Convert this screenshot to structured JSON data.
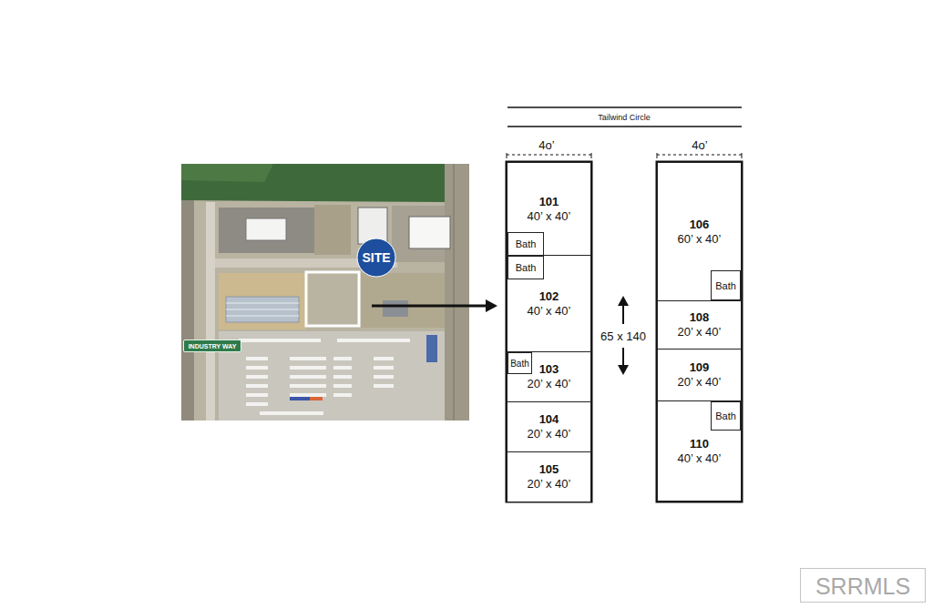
{
  "diagram": {
    "nodes": [
      {
        "text": [
          "SITE"
        ]
      },
      {
        "text": [
          "INDUSTRY WAY"
        ]
      },
      {
        "text": [
          "101",
          "40’ x 40’"
        ]
      },
      {
        "text": [
          "Bath"
        ],
        "in": 2
      },
      {
        "text": [
          "102",
          "40’ x 40’"
        ]
      },
      {
        "text": [
          "Bath"
        ],
        "in": 4
      },
      {
        "text": [
          "103",
          "20’ x 40’"
        ]
      },
      {
        "text": [
          "Bath"
        ],
        "in": 6
      },
      {
        "text": [
          "104",
          "20’ x 40’"
        ]
      },
      {
        "text": [
          "105",
          "20’ x 40’"
        ]
      },
      {
        "text": [
          "106",
          "60’ x 40’"
        ]
      },
      {
        "text": [
          "Bath"
        ],
        "in": 10
      },
      {
        "text": [
          "108",
          "20’ x 40’"
        ]
      },
      {
        "text": [
          "109",
          "20’ x 40’"
        ]
      },
      {
        "text": [
          "110",
          "40’ x 40’"
        ]
      },
      {
        "text": [
          "Bath"
        ],
        "in": 14
      }
    ],
    "labels": [
      "Tailwind Circle",
      "4o’",
      "4o’",
      "65 x 140",
      "SRRMLS"
    ]
  }
}
